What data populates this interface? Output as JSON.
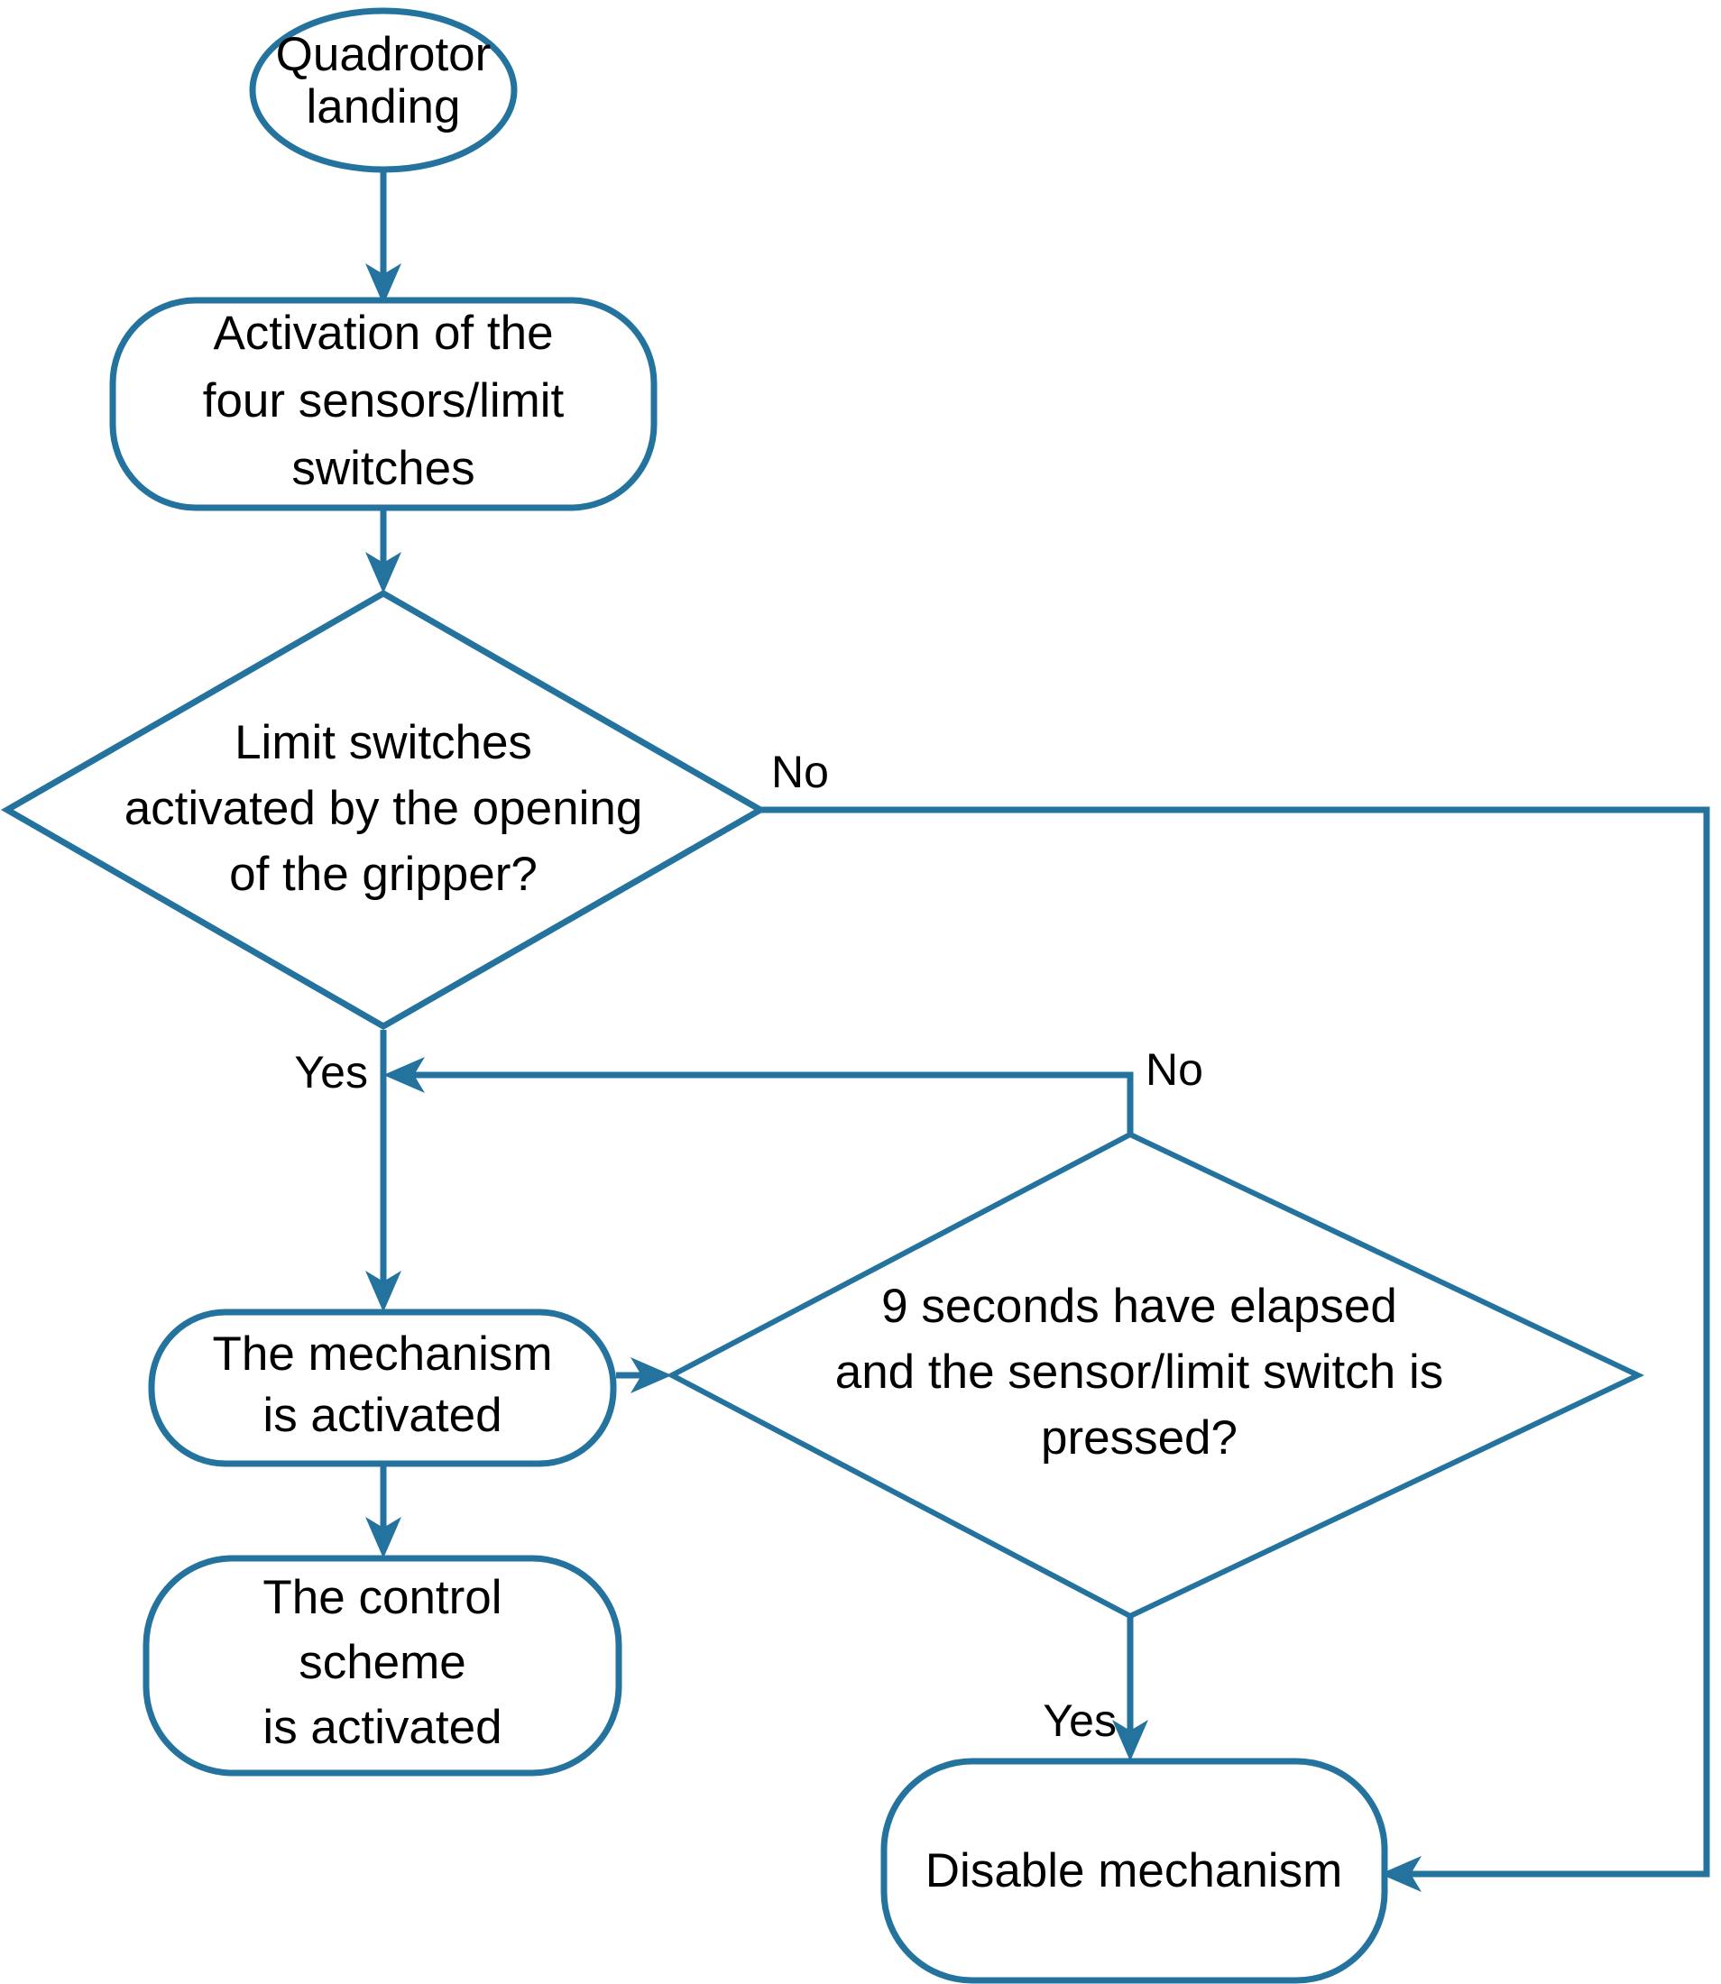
{
  "diagram": {
    "type": "flowchart",
    "title": "Quadrotor landing gripper control flowchart",
    "accent_color": "#24739F",
    "text_color": "#000000",
    "background_color": "#FFFFFF",
    "nodes": [
      {
        "id": "start",
        "shape": "ellipse",
        "lines": [
          "Quadrotor",
          "landing"
        ],
        "text": "Quadrotor landing"
      },
      {
        "id": "activation",
        "shape": "rounded-rectangle",
        "lines": [
          "Activation of the",
          "four sensors/limit",
          "switches"
        ],
        "text": "Activation of the four sensors/limit switches"
      },
      {
        "id": "limit-switch-decision",
        "shape": "diamond",
        "lines": [
          "Limit switches",
          "activated by the opening",
          "of the gripper?"
        ],
        "text": "Limit switches activated by the opening of the gripper?"
      },
      {
        "id": "mechanism-activated",
        "shape": "rounded-rectangle",
        "lines": [
          "The mechanism",
          "is activated"
        ],
        "text": "The mechanism is activated"
      },
      {
        "id": "timer-decision",
        "shape": "diamond",
        "lines": [
          "9 seconds have elapsed",
          "and the sensor/limit switch is",
          "pressed?"
        ],
        "text": "9 seconds have elapsed and the sensor/limit switch is pressed?"
      },
      {
        "id": "control-scheme",
        "shape": "rounded-rectangle",
        "lines": [
          "The control",
          "scheme",
          "is activated"
        ],
        "text": "The control scheme is activated"
      },
      {
        "id": "disable-mechanism",
        "shape": "rounded-rectangle",
        "lines": [
          "Disable mechanism"
        ],
        "text": "Disable mechanism"
      }
    ],
    "edge_labels": {
      "limit_switch_no": "No",
      "limit_switch_yes": "Yes",
      "timer_no": "No",
      "timer_yes": "Yes"
    },
    "edges": [
      {
        "from": "start",
        "to": "activation",
        "label": ""
      },
      {
        "from": "activation",
        "to": "limit-switch-decision",
        "label": ""
      },
      {
        "from": "limit-switch-decision",
        "to": "disable-mechanism",
        "label": "No"
      },
      {
        "from": "limit-switch-decision",
        "to": "mechanism-activated",
        "label": "Yes"
      },
      {
        "from": "mechanism-activated",
        "to": "timer-decision",
        "label": ""
      },
      {
        "from": "mechanism-activated",
        "to": "control-scheme",
        "label": ""
      },
      {
        "from": "timer-decision",
        "to": "limit-switch-decision",
        "label": "No"
      },
      {
        "from": "timer-decision",
        "to": "disable-mechanism",
        "label": "Yes"
      }
    ]
  }
}
